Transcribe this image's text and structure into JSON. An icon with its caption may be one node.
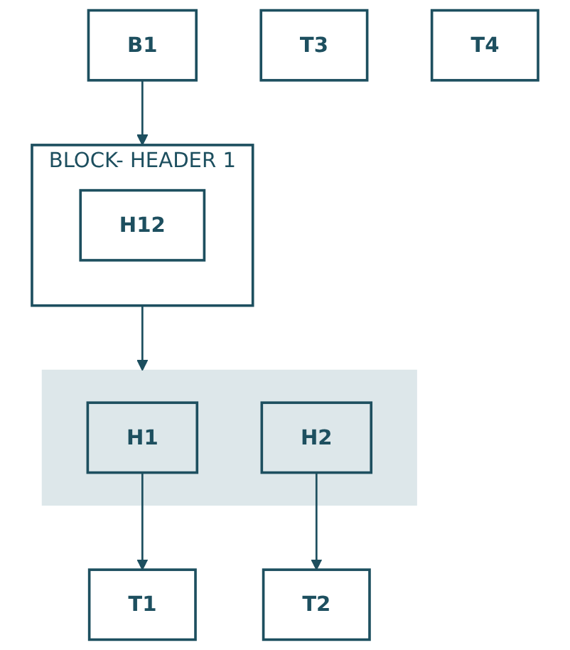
{
  "diagram": {
    "nodes": [
      {
        "text": [
          "BLOCK- HEADER 1"
        ]
      },
      {
        "text": [
          "H12"
        ],
        "in": 0
      },
      {
        "text": [
          "B1"
        ]
      },
      {
        "text": [],
        "shape": "box"
      },
      {
        "text": [
          "H1"
        ],
        "in": 3
      },
      {
        "text": [
          "H2"
        ],
        "in": 3
      },
      {
        "text": [
          "T1"
        ]
      },
      {
        "text": [
          "T2"
        ]
      },
      {
        "text": [
          "T3"
        ]
      },
      {
        "text": [
          "T4"
        ]
      }
    ],
    "edges": [
      {
        "from": 2,
        "to": 0,
        "arrow": "to"
      },
      {
        "from": 0,
        "to": 3,
        "arrow": "to"
      },
      {
        "from": 4,
        "to": 6,
        "arrow": "to"
      },
      {
        "from": 5,
        "to": 7,
        "arrow": "to"
      }
    ]
  }
}
